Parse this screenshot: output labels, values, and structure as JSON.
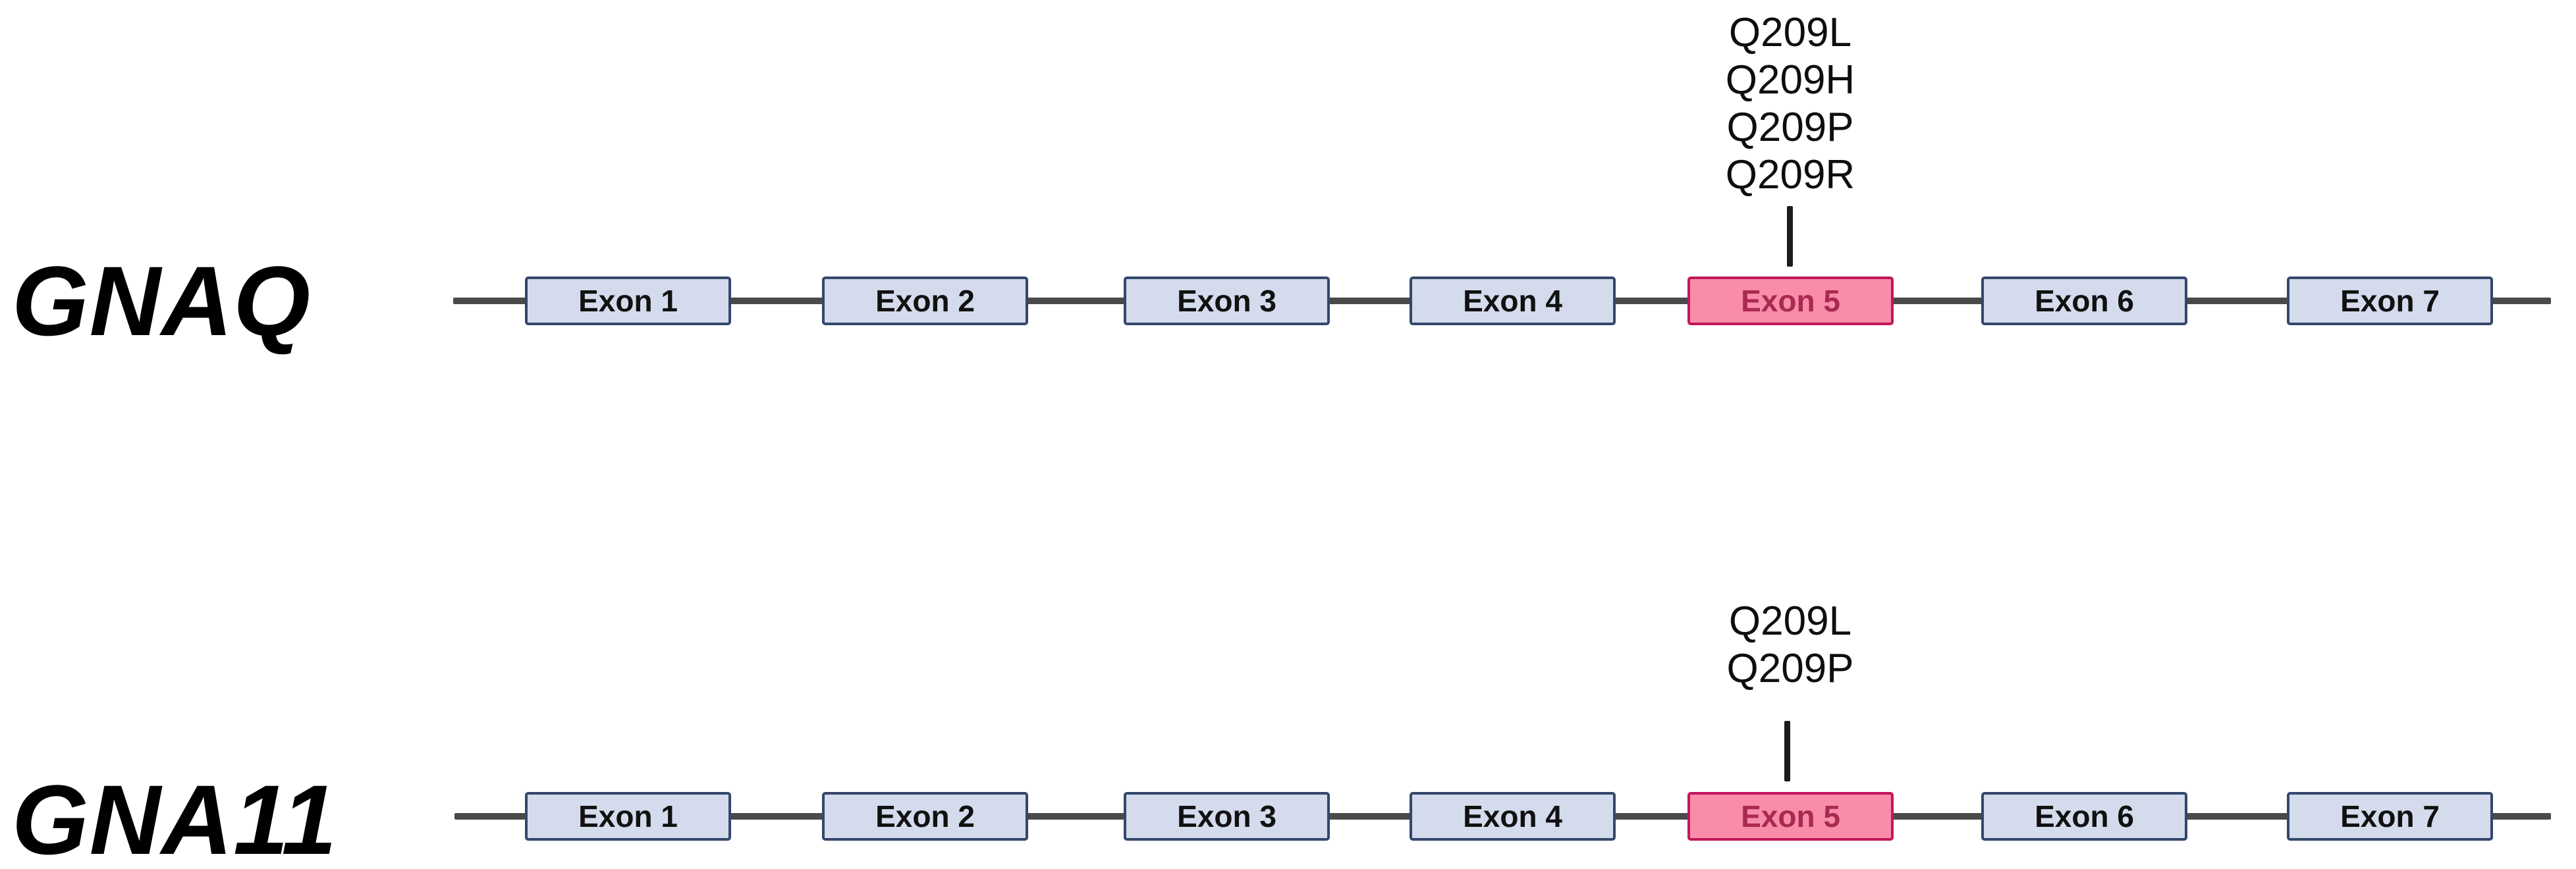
{
  "figure": {
    "type": "gene-exon-diagram",
    "background": "#ffffff",
    "genes": [
      {
        "name": "GNAQ",
        "mutations": [
          "Q209L",
          "Q209H",
          "Q209P",
          "Q209R"
        ],
        "exons": [
          {
            "label": "Exon 1",
            "highlighted": false
          },
          {
            "label": "Exon 2",
            "highlighted": false
          },
          {
            "label": "Exon 3",
            "highlighted": false
          },
          {
            "label": "Exon 4",
            "highlighted": false
          },
          {
            "label": "Exon 5",
            "highlighted": true
          },
          {
            "label": "Exon 6",
            "highlighted": false
          },
          {
            "label": "Exon 7",
            "highlighted": false
          }
        ]
      },
      {
        "name": "GNA11",
        "mutations": [
          "Q209L",
          "Q209P"
        ],
        "exons": [
          {
            "label": "Exon 1",
            "highlighted": false
          },
          {
            "label": "Exon 2",
            "highlighted": false
          },
          {
            "label": "Exon 3",
            "highlighted": false
          },
          {
            "label": "Exon 4",
            "highlighted": false
          },
          {
            "label": "Exon 5",
            "highlighted": true
          },
          {
            "label": "Exon 6",
            "highlighted": false
          },
          {
            "label": "Exon 7",
            "highlighted": false
          }
        ]
      }
    ],
    "colors": {
      "exon_fill": "#d3dbec",
      "exon_border": "#34476b",
      "exon_text": "#111111",
      "highlight_fill": "#f98ca9",
      "highlight_border": "#c2175b",
      "highlight_text": "#a92a50",
      "backbone_line": "#4a4a4a",
      "pointer_line": "#1c1c1c",
      "gene_label_text": "#000000"
    }
  }
}
